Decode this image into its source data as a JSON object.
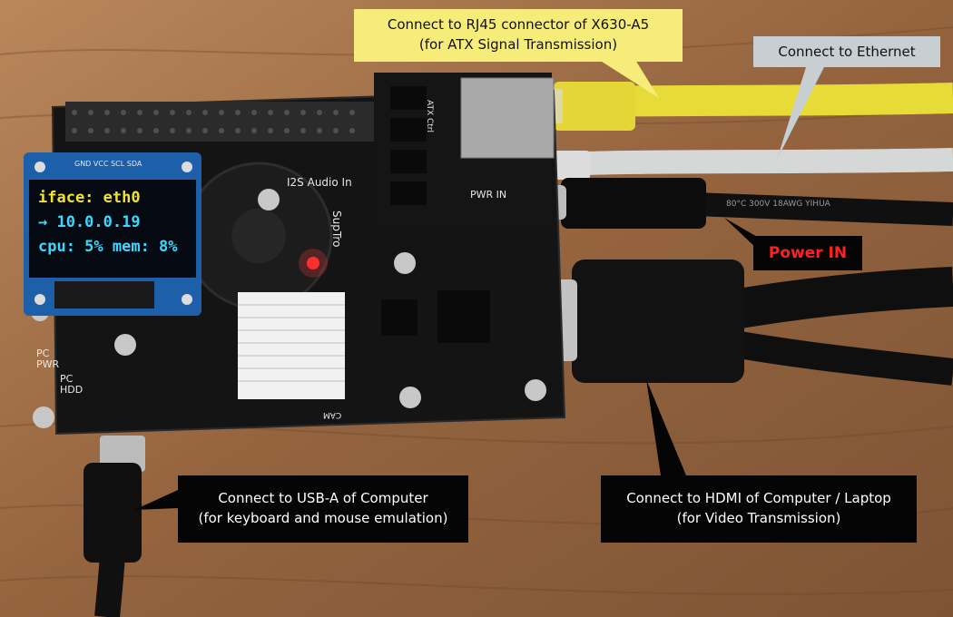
{
  "callouts": {
    "rj45": {
      "line1": "Connect to RJ45 connector of X630-A5",
      "line2": "(for ATX Signal Transmission)"
    },
    "ethernet": {
      "line1": "Connect to Ethernet"
    },
    "power": {
      "line1": "Power IN"
    },
    "usb": {
      "line1": "Connect to USB-A of Computer",
      "line2": "(for keyboard and mouse emulation)"
    },
    "hdmi": {
      "line1": "Connect to HDMI of Computer / Laptop",
      "line2": "(for Video Transmission)"
    }
  },
  "oled": {
    "line1": "iface: eth0",
    "line2": "→ 10.0.0.19",
    "line3": "cpu: 5% mem: 8%"
  },
  "silkscreen": {
    "oled_pins": "GND VCC SCL SDA",
    "i2s": "I2S Audio In",
    "atx": "ATX Ctrl",
    "pwr_in": "PWR IN",
    "cam": "CAM",
    "brand": "SupTro",
    "pc_pwr": "PC PWR",
    "pc_hdd": "PC HDD",
    "cable_print": "80°C 300V 18AWG YIHUA"
  },
  "colors": {
    "board": "#141414",
    "callout_yellow": "#f6ec7a",
    "callout_gray": "#c7cfd2",
    "callout_black": "#050505",
    "power_text": "#ff2020",
    "oled_yellow": "#f4e32a",
    "oled_cyan": "#3cd8ff",
    "cable_yellow": "#e7dc37",
    "cable_gray": "#d6d8d8"
  }
}
